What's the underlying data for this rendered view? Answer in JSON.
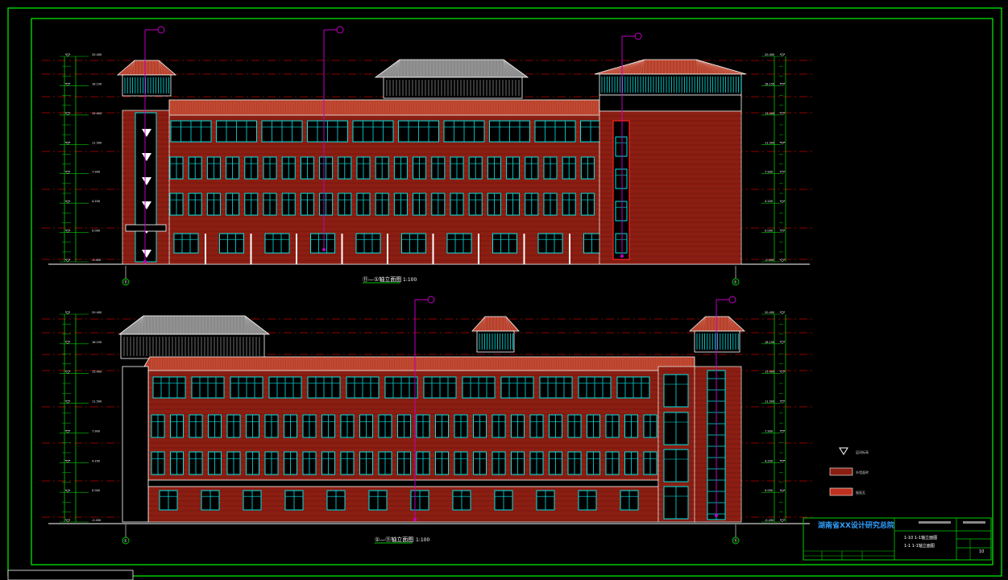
{
  "sheet": {
    "frame_color": "#00c800",
    "background": "#000000"
  },
  "views": [
    {
      "caption": "⑪—①轴立面图",
      "scale": "1:100"
    },
    {
      "caption": "①—⑪轴立面图",
      "scale": "1:100"
    }
  ],
  "title_block": {
    "institute": "湖南省XX设计研究总院",
    "line_1": "1-10 1-1轴立面图",
    "line_2": "1-1 1-1轴立面图",
    "sheet_no": "10"
  },
  "legend": [
    {
      "label": "层间标高",
      "icon": "elevation-triangle-icon"
    },
    {
      "label": "外墙面砖",
      "icon": "brick-swatch-icon",
      "color": "#8b1e12"
    },
    {
      "label": "屋面瓦",
      "icon": "roof-tile-swatch-icon",
      "color": "#c0301e"
    }
  ],
  "elevation_marks": [
    "20.400",
    "18.150",
    "15.400",
    "11.500",
    "7.900",
    "4.200",
    "0.000",
    "-0.450"
  ],
  "colors": {
    "brick": "#8b1e12",
    "roof_tile": "#b8402a",
    "window": "#00e5e5",
    "grey_roof": "#8a8a8a",
    "leader": "#c000c0",
    "dim_green": "#00c800",
    "dash_red": "#c00000"
  },
  "axis_labels": [
    "⑪",
    "①",
    "①",
    "⑪"
  ]
}
